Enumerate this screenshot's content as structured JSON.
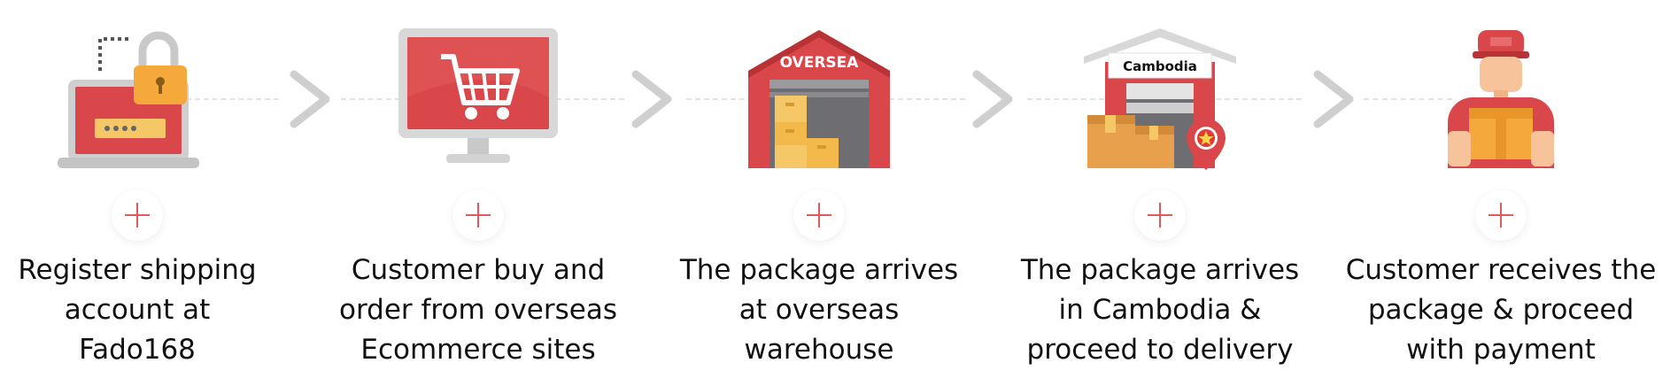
{
  "steps": [
    {
      "id": "register",
      "icon": "laptop-lock-icon",
      "caption_lines": [
        "Register shipping",
        "account at",
        "Fado168"
      ]
    },
    {
      "id": "order",
      "icon": "monitor-cart-icon",
      "caption_lines": [
        "Customer buy and",
        "order from overseas",
        "Ecommerce sites"
      ]
    },
    {
      "id": "overseas-warehouse",
      "icon": "overseas-warehouse-icon",
      "sign_text": "OVERSEA",
      "caption_lines": [
        "The package arrives",
        "at overseas",
        "warehouse"
      ]
    },
    {
      "id": "cambodia-warehouse",
      "icon": "cambodia-warehouse-icon",
      "sign_text": "Cambodia",
      "caption_lines": [
        "The package arrives",
        "in Cambodia &",
        "proceed to delivery"
      ]
    },
    {
      "id": "receive",
      "icon": "delivery-person-icon",
      "caption_lines": [
        "Customer receives the",
        "package & proceed",
        "with payment"
      ]
    }
  ],
  "colors": {
    "red": "#d9474a",
    "dark_red": "#b83236",
    "orange": "#f6a93b",
    "box": "#e8a04c",
    "gray": "#c9c9c9",
    "chevron": "#cfcfcf",
    "plus": "#e05a5a"
  }
}
